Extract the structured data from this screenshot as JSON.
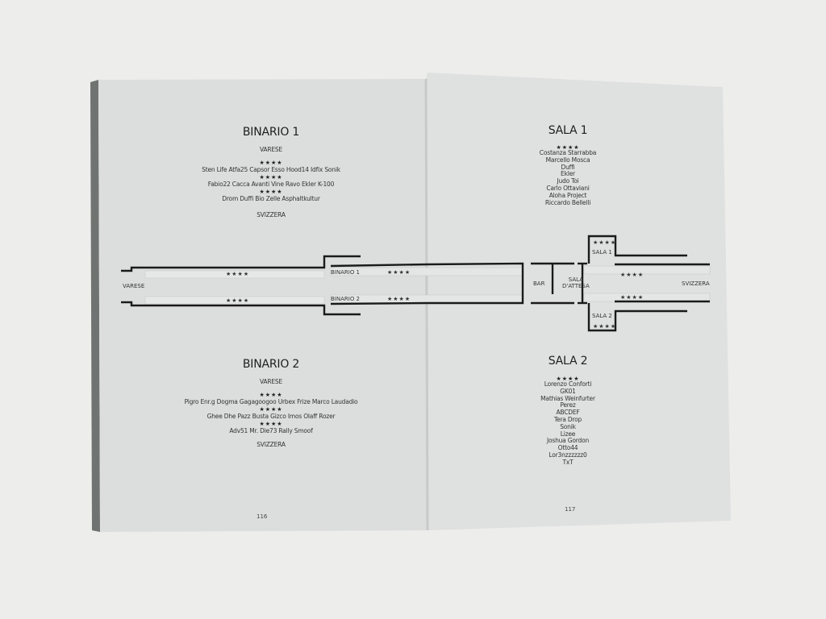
{
  "stars": "★★★★",
  "left_page": {
    "binario1": {
      "title": "BINARIO 1",
      "from": "VARESE",
      "to": "SVIZZERA",
      "rows": [
        "Sten  Life  Atfa25  Capsor  Esso  Hood14  Idfix  Sonik",
        "Fabio22  Cacca  Avanti  Vine  Ravo  Ekler  K-100",
        "Drom  Duffi  Bio  Zelle  Asphaltkultur"
      ]
    },
    "binario2": {
      "title": "BINARIO 2",
      "from": "VARESE",
      "to": "SVIZZERA",
      "rows": [
        "Pigro  Enr.g  Dogma  Gagagoogoo  Urbex  Frize  Marco Laudadio",
        "Ghee  Dhe  Pazz  Busta  Gizco  Imos  Olaff  Rozer",
        "Adv51  Mr. Die73  Rally  Smoof"
      ]
    },
    "page_number": "116"
  },
  "right_page": {
    "sala1": {
      "title": "SALA 1",
      "names": [
        "Costanza Starrabba",
        "Marcello Mosca",
        "Duffi",
        "Ekler",
        "Judo Toi",
        "Carlo Ottaviani",
        "Aloha Project",
        "Riccardo Bellelli"
      ]
    },
    "sala2": {
      "title": "SALA 2",
      "names": [
        "Lorenzo Conforti",
        "GK01",
        "Mathias Weinfurter",
        "Perez",
        "ABCDEF",
        "Tera Drop",
        "Sonik",
        "Lizee",
        "Joshua Gordon",
        "Otto44",
        "Lor3nzzzzzz0",
        "TxT"
      ]
    },
    "page_number": "117"
  },
  "map": {
    "varese": "VARESE",
    "binario1": "BINARIO 1",
    "binario2": "BINARIO 2",
    "bar": "BAR",
    "sala_attesa_1": "SALA",
    "sala_attesa_2": "D'ATTESA",
    "sala1": "SALA 1",
    "sala2": "SALA 2",
    "svizzera": "SVIZZERA"
  }
}
